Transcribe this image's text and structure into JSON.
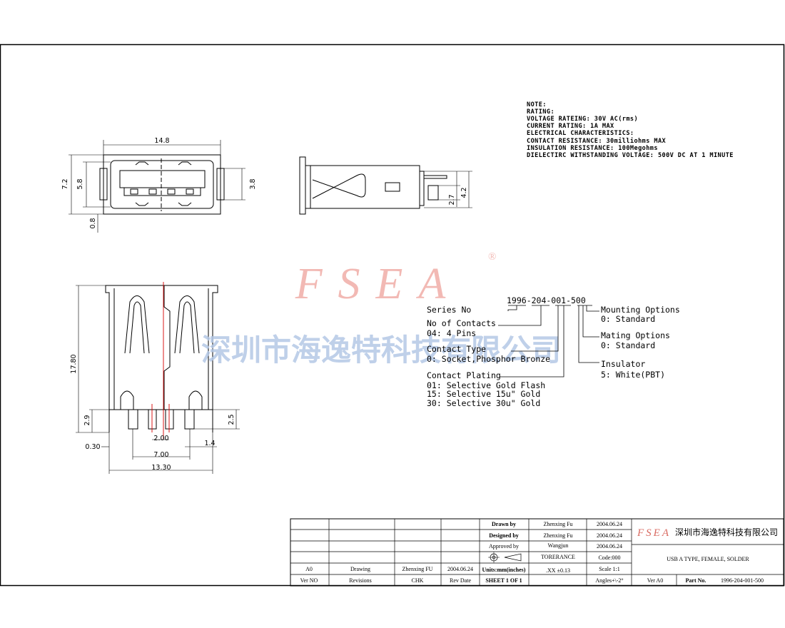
{
  "notes": [
    "NOTE:",
    "RATING:",
    "VOLTAGE RATEING: 30V AC(rms)",
    "CURRENT RATING: 1A MAX",
    "ELECTRICAL CHARACTERISTICS:",
    "CONTACT RESISTANCE: 30milliohms MAX",
    "INSULATION RESISTANCE: 100Megohms",
    "DIELECTIRC WITHSTANDING VOLTAGE: 500V DC AT 1 MINUTE"
  ],
  "dimensions": {
    "top_width": "14.8",
    "top_height_outer": "7.2",
    "top_height_inner": "5.8",
    "top_offset": "0.8",
    "right_height": "3.8",
    "side_small": "2.7",
    "side_large": "4.2",
    "front_height": "17.80",
    "front_pin_height": "2.9",
    "front_offset": "0.30",
    "pin_pitch": "2.00",
    "pin_span": "7.00",
    "pin_width": "1.4",
    "pin_length": "2.5",
    "total_width": "13.30"
  },
  "watermark": {
    "logo": "FSEA",
    "registered": "®",
    "company": "深圳市海逸特科技有限公司"
  },
  "part_number": {
    "full": "1996-204-001-500",
    "labels": {
      "series": "Series No",
      "contacts": "No of Contacts",
      "contacts_value": "04: 4 Pins",
      "contact_type": "Contact Type",
      "contact_type_value": "0: Socket,Phosphor Bronze",
      "plating": "Contact Plating",
      "plating_values": [
        "01: Selective Gold Flash",
        "15: Selective 15u\" Gold",
        "30: Selective 30u\" Gold"
      ],
      "mounting": "Mounting Options",
      "mounting_value": "0: Standard",
      "mating": "Mating Options",
      "mating_value": "0: Standard",
      "insulator": "Insulator",
      "insulator_value": "5: White(PBT)"
    }
  },
  "title_block": {
    "revision_row": {
      "ver": "A0",
      "desc": "Drawing",
      "chk": "Zhenxing FU",
      "date": "2004.06.24"
    },
    "header_row": {
      "ver": "Ver NO",
      "desc": "Revisions",
      "chk": "CHK",
      "date": "Rev Date"
    },
    "drawn_label": "Drawn   by",
    "drawn_name": "Zhenxing Fu",
    "drawn_date": "2004.06.24",
    "designed_label": "Designed by",
    "designed_name": "Zhenxing Fu",
    "designed_date": "2004.06.24",
    "approved_label": "Approved by",
    "approved_name": "Wangjun",
    "approved_date": "2004.06.24",
    "tolerance_label": "TORERANCE",
    "tolerance_value": ".XX   ±0.13",
    "code": "Code:000",
    "scale": "Scale 1:1",
    "angles": "Angles+\\-2°",
    "units": "Units:mm(inches)",
    "sheet": "SHEET 1 OF 1",
    "logo": "FSEA",
    "company": "深圳市海逸特科技有限公司",
    "title": "USB A TYPE, FEMALE, SOLDER",
    "ver": "Ver A0",
    "part_label": "Part No.",
    "part_value": "1996-204-001-500"
  },
  "colors": {
    "ink": "#000000",
    "watermark_logo": "#f2b9b4",
    "watermark_text": "#b4c8e6",
    "centerline": "#d40000"
  }
}
